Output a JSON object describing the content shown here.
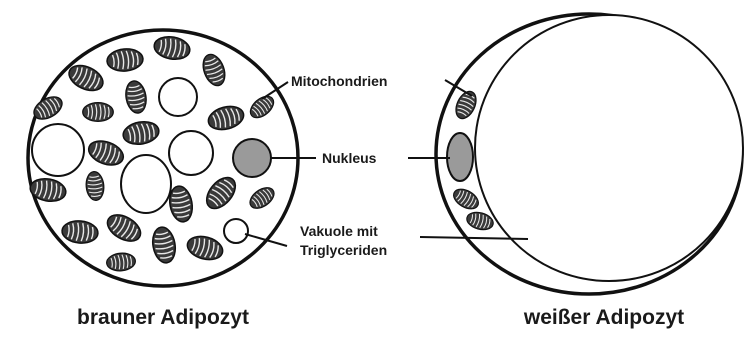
{
  "labels": {
    "mitochondria": "Mitochondrien",
    "nucleus": "Nukleus",
    "vacuole_line1": "Vakuole mit",
    "vacuole_line2": "Triglyceriden"
  },
  "captions": {
    "brown": "brauner Adipozyt",
    "white": "weißer Adipozyt"
  },
  "colors": {
    "outline": "#111111",
    "mitochondrion_fill": "#3a3a3a",
    "mitochondrion_stripe": "#e8e8e8",
    "nucleus_fill": "#9a9a9a",
    "vacuole_fill": "#ffffff"
  },
  "icons": [
    "mitochondrion-icon",
    "nucleus-icon",
    "vacuole-icon"
  ]
}
